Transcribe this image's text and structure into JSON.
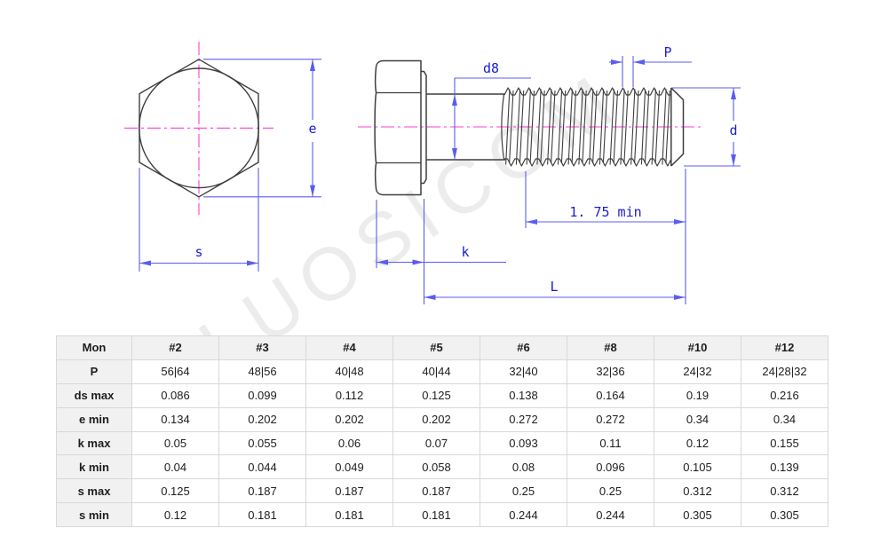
{
  "watermark": {
    "text": "LUOSICOM"
  },
  "diagram": {
    "front_view": {
      "e_label": "e",
      "s_label": "s"
    },
    "side_view": {
      "d8_label": "d8",
      "p_label": "P",
      "d_label": "d",
      "k_label": "k",
      "l_label": "L",
      "thread_length_label": "1. 75 min"
    }
  },
  "colors": {
    "dimension_line": "#5c5cef",
    "dimension_text": "#1b1bd0",
    "centerline": "#ff3cd2",
    "outline": "#3e3e3e",
    "table_border": "#d8d8d8",
    "table_header_bg": "#f1f1f1",
    "table_text": "#1d1d1d"
  },
  "table": {
    "columns": [
      "Mon",
      "#2",
      "#3",
      "#4",
      "#5",
      "#6",
      "#8",
      "#10",
      "#12"
    ],
    "rows": [
      {
        "label": "P",
        "values": [
          "56|64",
          "48|56",
          "40|48",
          "40|44",
          "32|40",
          "32|36",
          "24|32",
          "24|28|32"
        ]
      },
      {
        "label": "ds max",
        "values": [
          "0.086",
          "0.099",
          "0.112",
          "0.125",
          "0.138",
          "0.164",
          "0.19",
          "0.216"
        ]
      },
      {
        "label": "e min",
        "values": [
          "0.134",
          "0.202",
          "0.202",
          "0.202",
          "0.272",
          "0.272",
          "0.34",
          "0.34"
        ]
      },
      {
        "label": "k max",
        "values": [
          "0.05",
          "0.055",
          "0.06",
          "0.07",
          "0.093",
          "0.11",
          "0.12",
          "0.155"
        ]
      },
      {
        "label": "k min",
        "values": [
          "0.04",
          "0.044",
          "0.049",
          "0.058",
          "0.08",
          "0.096",
          "0.105",
          "0.139"
        ]
      },
      {
        "label": "s max",
        "values": [
          "0.125",
          "0.187",
          "0.187",
          "0.187",
          "0.25",
          "0.25",
          "0.312",
          "0.312"
        ]
      },
      {
        "label": "s min",
        "values": [
          "0.12",
          "0.181",
          "0.181",
          "0.181",
          "0.244",
          "0.244",
          "0.305",
          "0.305"
        ]
      }
    ]
  }
}
